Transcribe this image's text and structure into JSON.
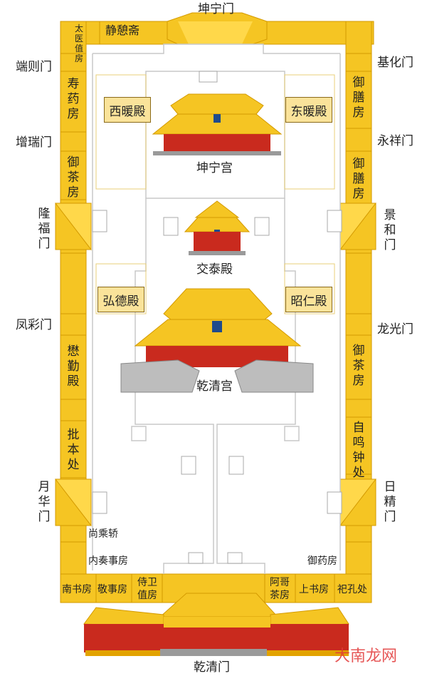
{
  "gates": {
    "north": "坤宁门",
    "south": "乾清门",
    "left": [
      "端则门",
      "增瑞门",
      "凤彩门"
    ],
    "right": [
      "基化门",
      "永祥门",
      "龙光门"
    ],
    "left_big": [
      "隆福门",
      "月华门"
    ],
    "right_big": [
      "景和门",
      "日精门"
    ]
  },
  "halls": {
    "kunning": "坤宁宫",
    "jiaotai": "交泰殿",
    "qianqing": "乾清宫"
  },
  "boxes": {
    "xinuan": "西暖殿",
    "dongnuan": "东暖殿",
    "hongde": "弘德殿",
    "zhaoren": "昭仁殿"
  },
  "left_rooms": [
    "寿药房",
    "御茶房",
    "懋勤殿",
    "批本处"
  ],
  "right_rooms": [
    "御膳房",
    "御膳房",
    "御茶房",
    "自鸣钟处"
  ],
  "top_rooms": {
    "taiyi": "太医值房",
    "jingyi": "静憩斋"
  },
  "bottom_rooms": {
    "shangcheng": "尚乘轿",
    "neizou": "内奏事房",
    "yuyao": "御药房",
    "nanshu": "南书房",
    "jingshi": "敬事房",
    "shiwei": "侍卫值房",
    "agecha": "阿哥茶房",
    "shangshu": "上书房",
    "sikong": "祀孔处"
  },
  "watermark": "大南龙网",
  "colors": {
    "yellow": "#f5c523",
    "yellow_dark": "#e2a300",
    "red": "#c92a1e",
    "grey": "#9a9a9a",
    "line": "#c8c8c8"
  }
}
